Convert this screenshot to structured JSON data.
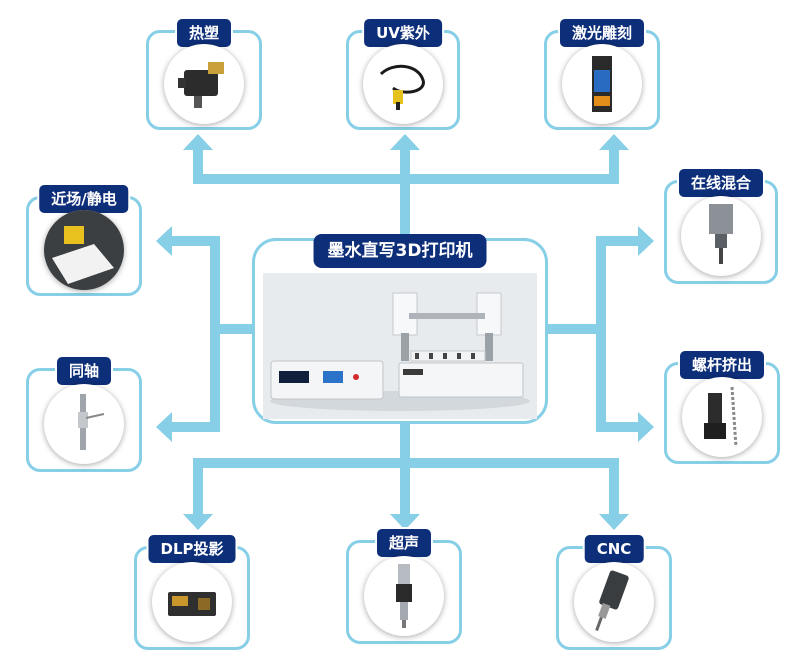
{
  "center": {
    "title": "墨水直写3D打印机"
  },
  "modules": {
    "heat_plastic": "热塑",
    "uv_ultraviolet": "UV紫外",
    "laser_engraving": "激光雕刻",
    "near_field_electrostatic": "近场/静电",
    "inline_mixing": "在线混合",
    "coaxial": "同轴",
    "screw_extrusion": "螺杆挤出",
    "dlp_projection": "DLP投影",
    "ultrasonic": "超声",
    "cnc": "CNC"
  },
  "colors": {
    "connector": "#86cfe6",
    "label_bg": "#0d2e78",
    "card_border": "#86cfe6"
  }
}
